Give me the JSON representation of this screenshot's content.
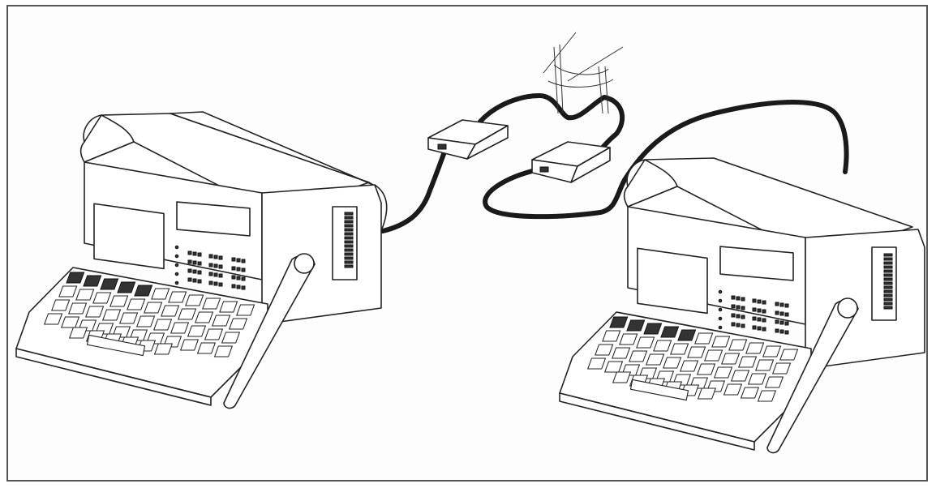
{
  "figure": {
    "title": "",
    "labels": []
  },
  "colors": {
    "line": "#222222",
    "cable": "#1a1a1a",
    "background": "#ffffff"
  },
  "objects": [
    {
      "name": "analyzer-left",
      "icon": "protocol-analyzer-icon"
    },
    {
      "name": "analyzer-right",
      "icon": "protocol-analyzer-icon"
    },
    {
      "name": "interface-box-1",
      "icon": "adapter-box-icon"
    },
    {
      "name": "interface-box-2",
      "icon": "adapter-box-icon"
    },
    {
      "name": "network-line",
      "icon": "network-tap-icon"
    }
  ]
}
